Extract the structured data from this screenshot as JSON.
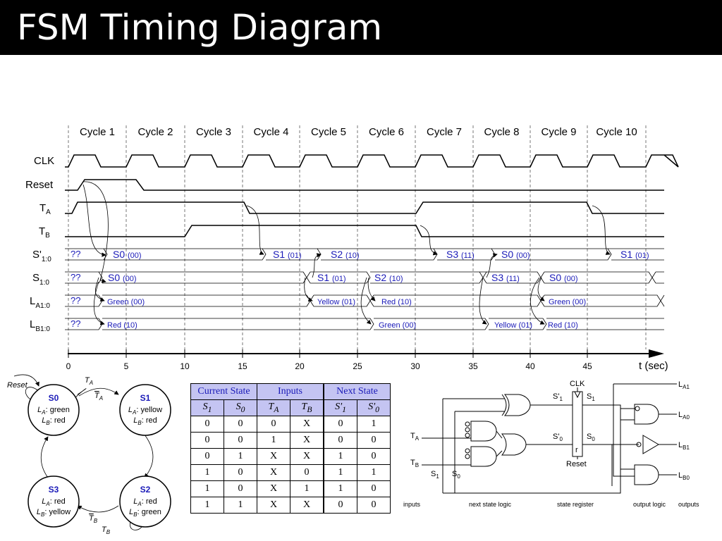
{
  "slide": {
    "title": "FSM Timing Diagram"
  },
  "timing": {
    "cycles": [
      "Cycle 1",
      "Cycle 2",
      "Cycle 3",
      "Cycle 4",
      "Cycle 5",
      "Cycle 6",
      "Cycle 7",
      "Cycle 8",
      "Cycle 9",
      "Cycle 10"
    ],
    "signals": {
      "clk": "CLK",
      "reset": "Reset",
      "ta_main": "T",
      "ta_sub": "A",
      "tb_main": "T",
      "tb_sub": "B",
      "snext_main": "S'",
      "snext_sub": "1:0",
      "s_main": "S",
      "s_sub": "1:0",
      "la_main": "L",
      "la_sub": "A1:0",
      "lb_main": "L",
      "lb_sub": "B1:0"
    },
    "unknown": "??",
    "snext_states": [
      [
        "S0",
        "(00)"
      ],
      [
        "S1",
        "(01)"
      ],
      [
        "S2",
        "(10)"
      ],
      [
        "S3",
        "(11)"
      ],
      [
        "S0",
        "(00)"
      ],
      [
        "S1",
        "(01)"
      ]
    ],
    "s_states": [
      [
        "S0",
        "(00)"
      ],
      [
        "S1",
        "(01)"
      ],
      [
        "S2",
        "(10)"
      ],
      [
        "S3",
        "(11)"
      ],
      [
        "S0",
        "(00)"
      ]
    ],
    "la_values": [
      "Green (00)",
      "Yellow (01)",
      "Red (10)",
      "Green (00)"
    ],
    "lb_values": [
      "Red (10)",
      "Green (00)",
      "Yellow (01)",
      "Red (10)"
    ],
    "axis_ticks": [
      "0",
      "5",
      "10",
      "15",
      "20",
      "25",
      "30",
      "35",
      "40",
      "45"
    ],
    "axis_label": "t (sec)"
  },
  "state_diagram": {
    "reset": "Reset",
    "states": [
      {
        "name": "S0",
        "la_key": "L",
        "la_sub": "A",
        "la_val": ": green",
        "lb_key": "L",
        "lb_sub": "B",
        "lb_val": ": red"
      },
      {
        "name": "S1",
        "la_key": "L",
        "la_sub": "A",
        "la_val": ": yellow",
        "lb_key": "L",
        "lb_sub": "B",
        "lb_val": ": red"
      },
      {
        "name": "S2",
        "la_key": "L",
        "la_sub": "A",
        "la_val": ": red",
        "lb_key": "L",
        "lb_sub": "B",
        "lb_val": ": green"
      },
      {
        "name": "S3",
        "la_key": "L",
        "la_sub": "A",
        "la_val": ": red",
        "lb_key": "L",
        "lb_sub": "B",
        "lb_val": ": yellow"
      }
    ],
    "labels": {
      "t": "T",
      "a": "A",
      "b": "B"
    }
  },
  "table": {
    "groups": [
      "Current State",
      "Inputs",
      "Next State"
    ],
    "subheaders": [
      [
        "S",
        "1"
      ],
      [
        "S",
        "0"
      ],
      [
        "T",
        "A"
      ],
      [
        "T",
        "B"
      ],
      [
        "S'",
        "1"
      ],
      [
        "S'",
        "0"
      ]
    ],
    "rows": [
      [
        "0",
        "0",
        "0",
        "X",
        "0",
        "1"
      ],
      [
        "0",
        "0",
        "1",
        "X",
        "0",
        "0"
      ],
      [
        "0",
        "1",
        "X",
        "X",
        "1",
        "0"
      ],
      [
        "1",
        "0",
        "X",
        "0",
        "1",
        "1"
      ],
      [
        "1",
        "0",
        "X",
        "1",
        "1",
        "0"
      ],
      [
        "1",
        "1",
        "X",
        "X",
        "0",
        "0"
      ]
    ]
  },
  "circuit": {
    "clk": "CLK",
    "reset": "Reset",
    "r": "r",
    "pins": {
      "sn1": "S'",
      "sn1_sub": "1",
      "s1": "S",
      "s1_sub": "1",
      "sn0": "S'",
      "sn0_sub": "0",
      "s0": "S",
      "s0_sub": "0"
    },
    "inputs": {
      "ta": "T",
      "ta_sub": "A",
      "tb": "T",
      "tb_sub": "B",
      "s1": "S",
      "s1_sub": "1",
      "s0": "S",
      "s0_sub": "0"
    },
    "outputs": [
      [
        "L",
        "A1"
      ],
      [
        "L",
        "A0"
      ],
      [
        "L",
        "B1"
      ],
      [
        "L",
        "B0"
      ]
    ],
    "captions": [
      "inputs",
      "next state logic",
      "state register",
      "output logic",
      "outputs"
    ]
  }
}
